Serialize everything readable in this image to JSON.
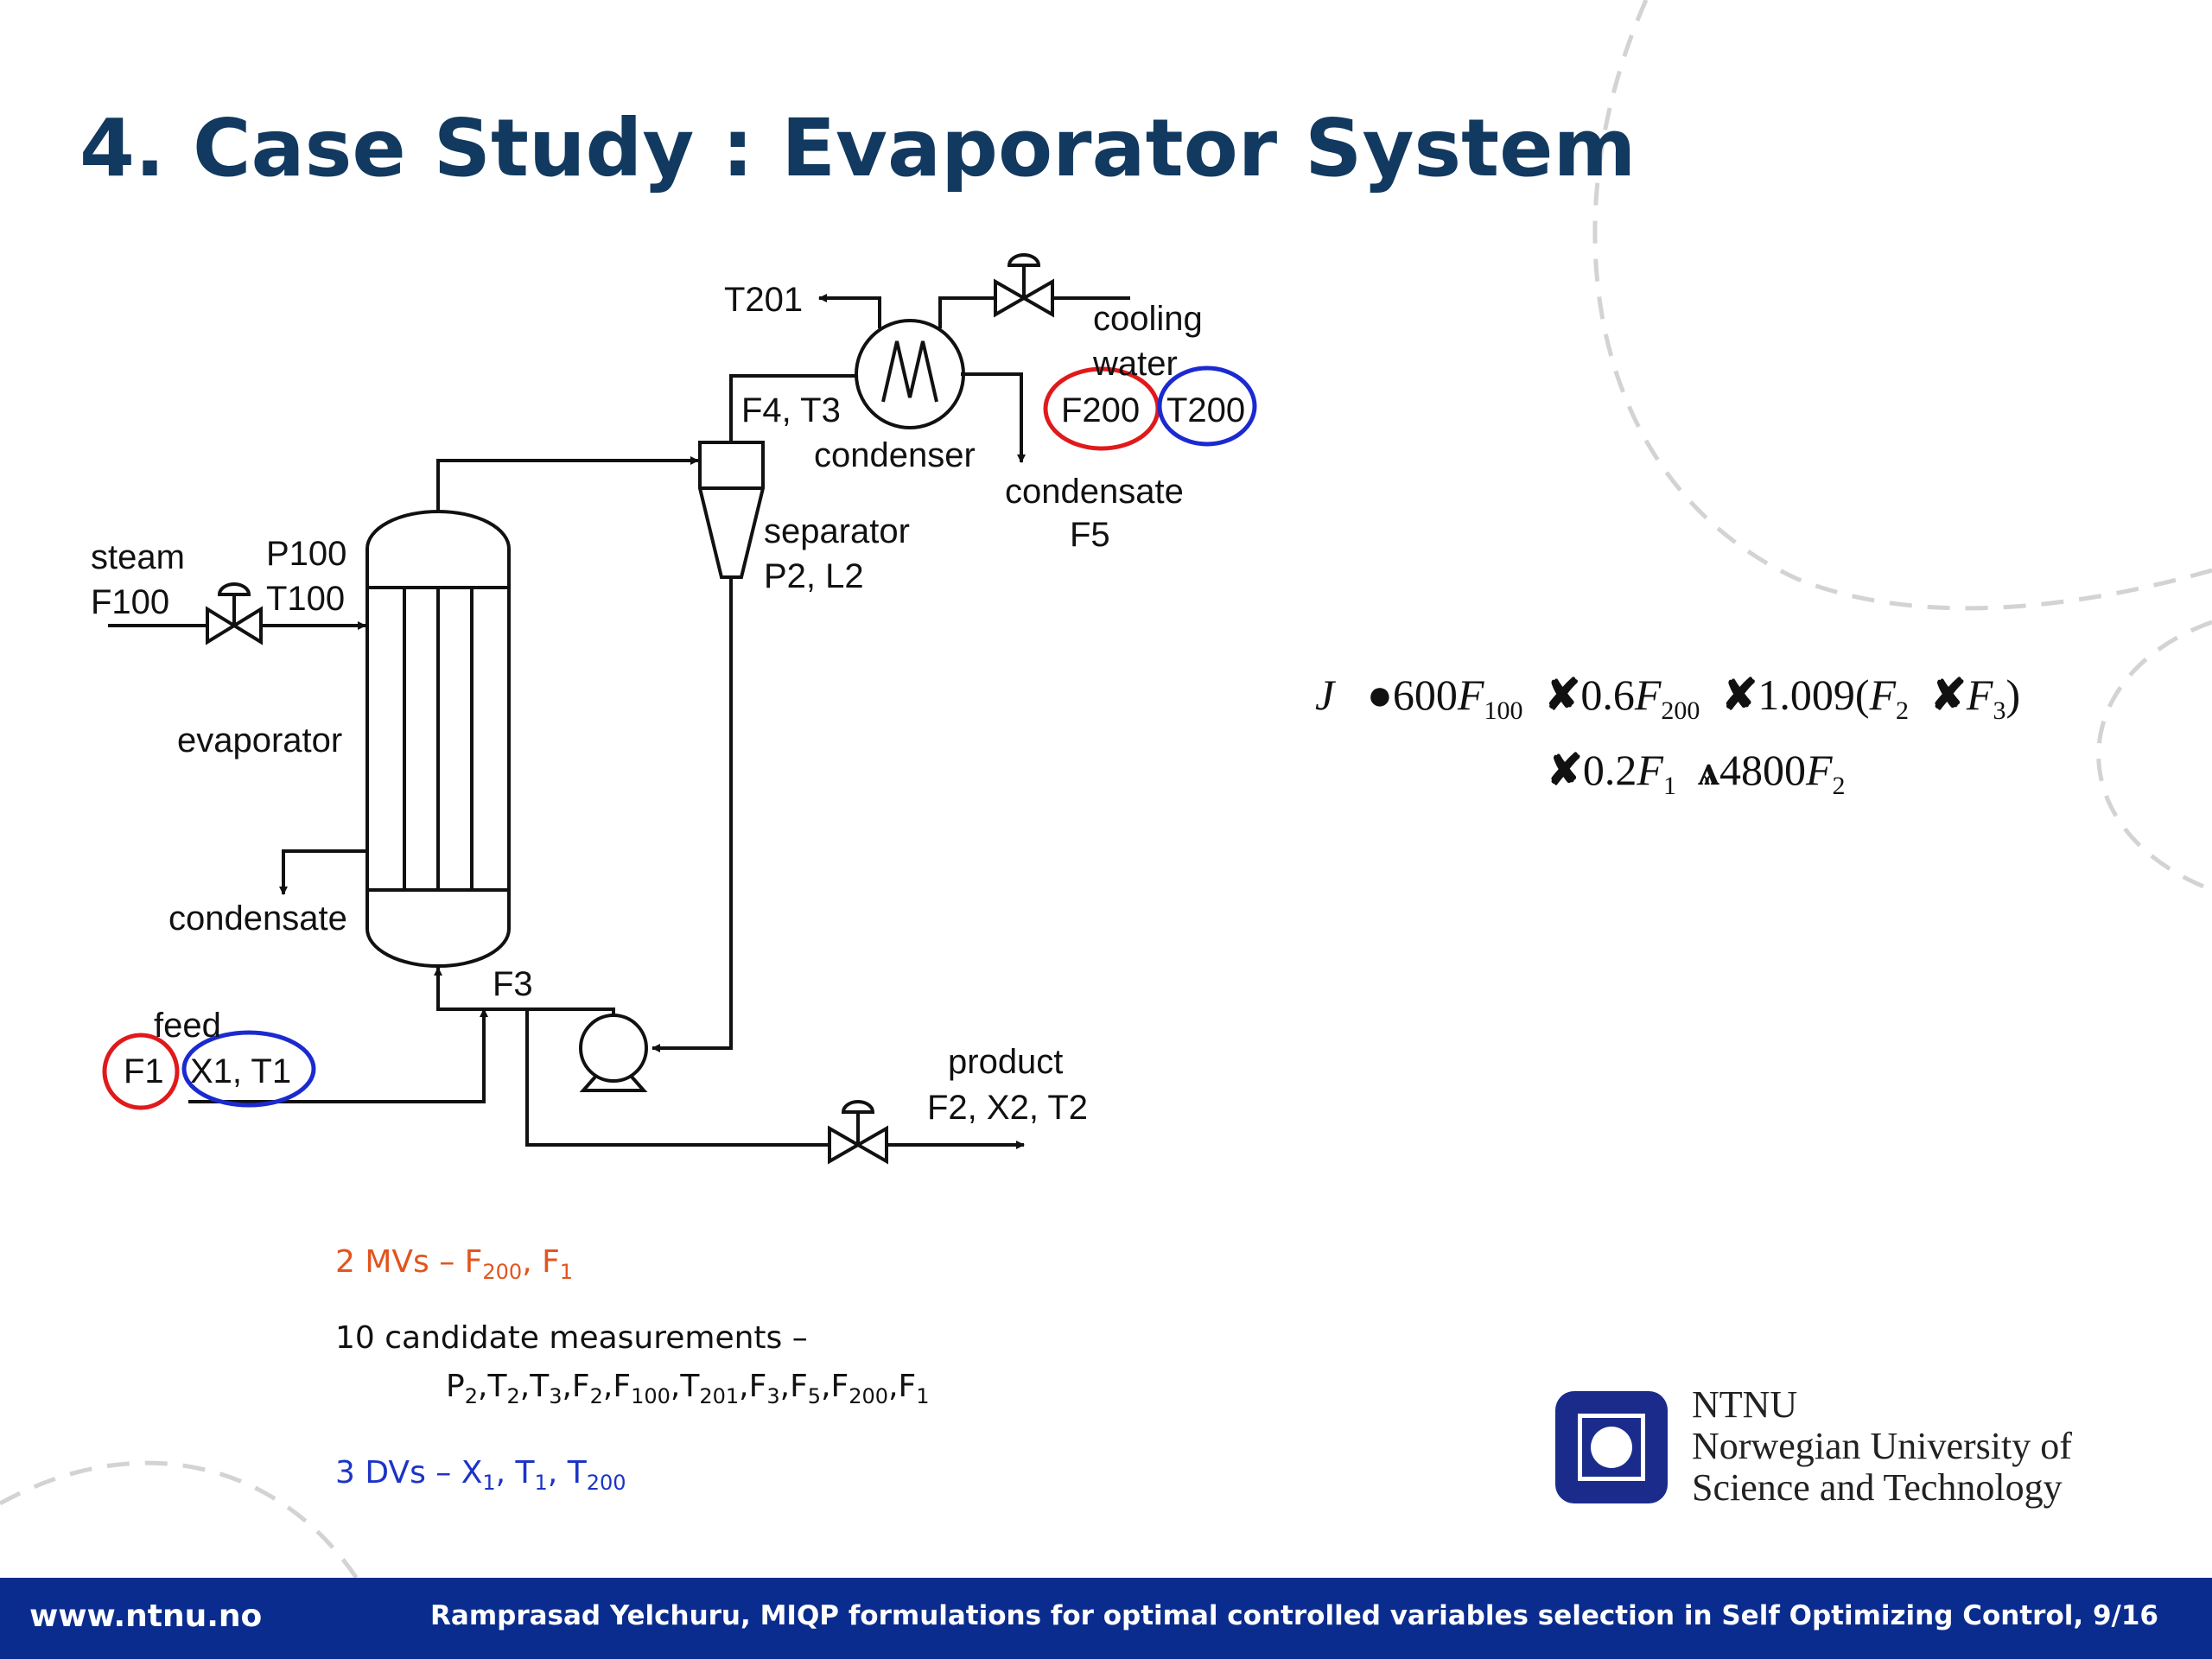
{
  "slide": {
    "title": "4. Case Study : Evaporator System"
  },
  "diagram": {
    "labels": {
      "t201": "T201",
      "cooling": "cooling",
      "water": "water",
      "f4t3": "F4, T3",
      "condenser": "condenser",
      "f200": "F200",
      "t200": "T200",
      "condensate_top": "condensate",
      "f5": "F5",
      "separator": "separator",
      "p2l2": "P2, L2",
      "steam": "steam",
      "f100": "F100",
      "p100": "P100",
      "t100": "T100",
      "evaporator": "evaporator",
      "condensate_left": "condensate",
      "feed": "feed",
      "f1": "F1",
      "x1t1": "X1, T1",
      "f3": "F3",
      "product": "product",
      "f2x2t2": "F2, X2, T2"
    },
    "highlight_colors": {
      "mv": "#e0191b",
      "dv": "#1b2ad0"
    }
  },
  "equation": {
    "J": "J",
    "c1": "600",
    "v1": "F",
    "s1": "100",
    "c2": "0.6",
    "v2": "F",
    "s2": "200",
    "c3": "1.009(",
    "v3": "F",
    "s3": "2",
    "v4": "F",
    "s4": "3",
    "close": ")",
    "c5": "0.2",
    "v5": "F",
    "s5": "1",
    "c6": "4800",
    "v6": "F",
    "s6": "2"
  },
  "notes": {
    "mvs_prefix": "2 MVs – F",
    "mvs_sub1": "200",
    "mvs_mid": ", F",
    "mvs_sub2": "1",
    "cand_heading": "10 candidate measurements –",
    "cand": [
      {
        "v": "P",
        "s": "2"
      },
      {
        "v": "T",
        "s": "2"
      },
      {
        "v": "T",
        "s": "3"
      },
      {
        "v": "F",
        "s": "2"
      },
      {
        "v": "F",
        "s": "100"
      },
      {
        "v": "T",
        "s": "201"
      },
      {
        "v": "F",
        "s": "3"
      },
      {
        "v": "F",
        "s": "5"
      },
      {
        "v": "F",
        "s": "200"
      },
      {
        "v": "F",
        "s": "1"
      }
    ],
    "dvs_prefix": "3 DVs – X",
    "dvs_sub1": "1",
    "dvs_mid1": ", T",
    "dvs_sub2": "1",
    "dvs_mid2": ", T",
    "dvs_sub3": "200"
  },
  "logo": {
    "line1": "NTNU",
    "line2": "Norwegian University of",
    "line3": "Science and Technology"
  },
  "footer": {
    "url": "www.ntnu.no",
    "citation": "Ramprasad Yelchuru, MIQP formulations for optimal controlled variables selection in Self Optimizing Control, 9/16"
  },
  "colors": {
    "title": "#12395f",
    "footer_bg": "#0a2c8e",
    "mv_text": "#e2541e",
    "dv_text": "#1c34c6",
    "logo": "#1a2b8c"
  }
}
